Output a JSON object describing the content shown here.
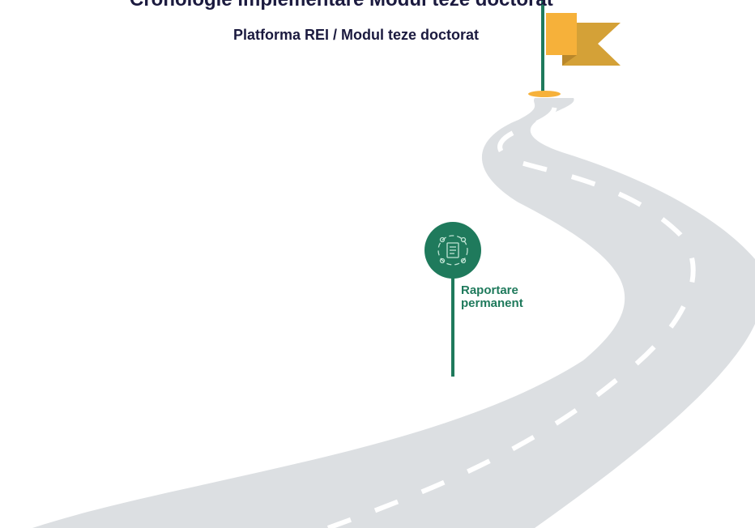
{
  "header": {
    "cut_title": "Cronologie implementare Modul teze doctorat"
  },
  "goal": {
    "label": "Platforma REI / Modul teze doctorat",
    "icon": "flag-icon"
  },
  "milestones": [
    {
      "label_line1": "Raportare",
      "label_line2": "permanent",
      "icon": "team-document-icon"
    }
  ],
  "colors": {
    "road": "#dcdfe2",
    "lane_marking": "#ffffff",
    "pin": "#1f7a5c",
    "flag_front": "#f6b13a",
    "flag_back": "#d4a137",
    "title_text": "#1b1a3f",
    "milestone_text": "#1f7a5c"
  }
}
